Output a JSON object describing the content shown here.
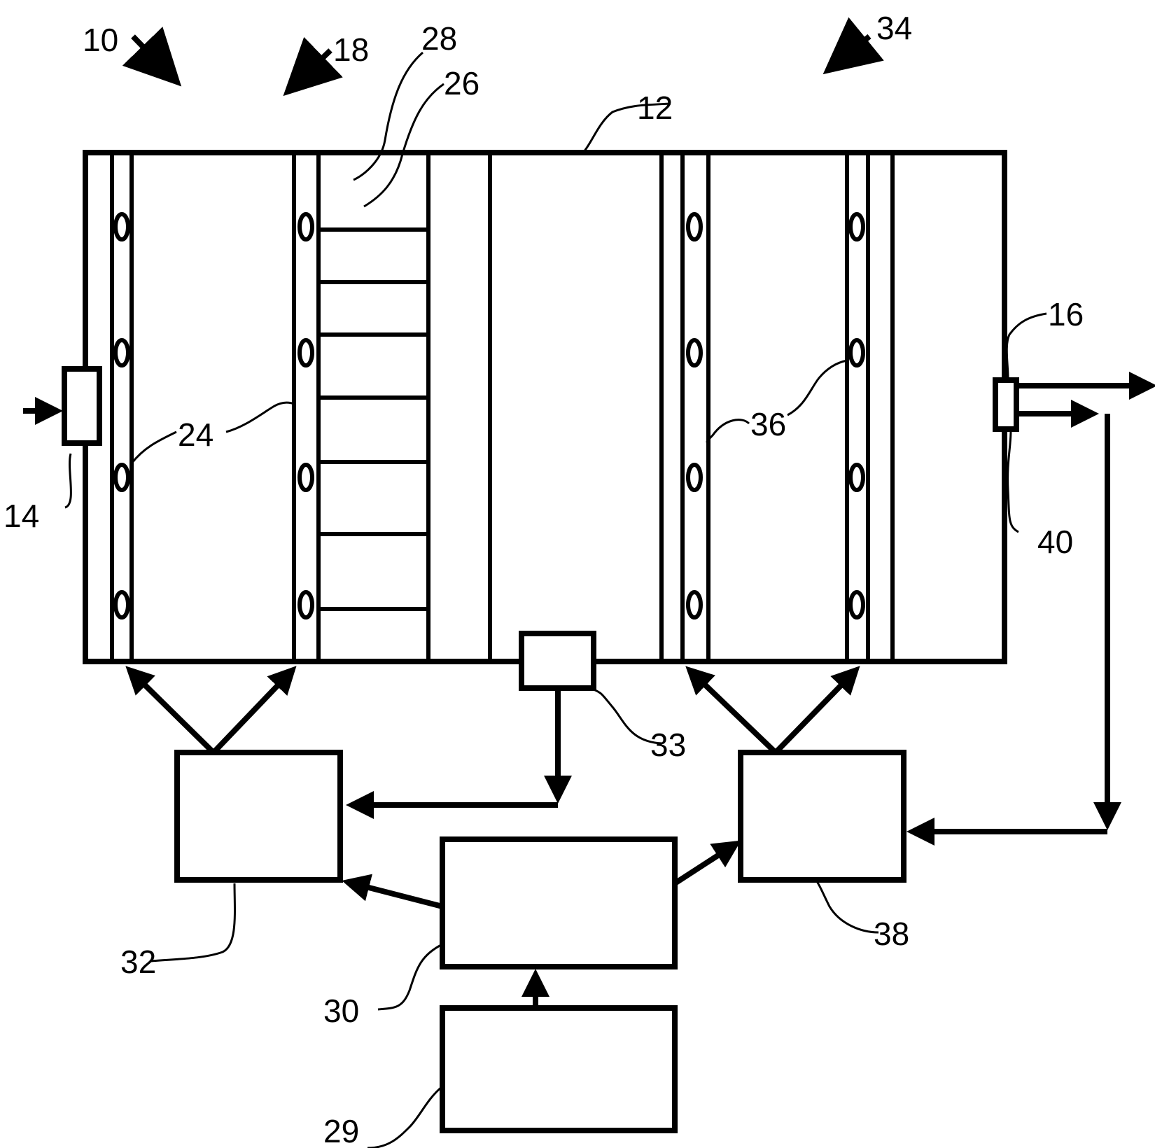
{
  "labels": {
    "system": "10",
    "chamber": "12",
    "inlet": "14",
    "outlet": "16",
    "first_section": "18",
    "first_emitters": "24",
    "band_lower": "26",
    "band_upper": "28",
    "source_box": "29",
    "main_controller": "30",
    "first_driver": "32",
    "center_sensor": "33",
    "second_section": "34",
    "second_emitters": "36",
    "second_driver": "38",
    "outlet_sensor": "40"
  }
}
